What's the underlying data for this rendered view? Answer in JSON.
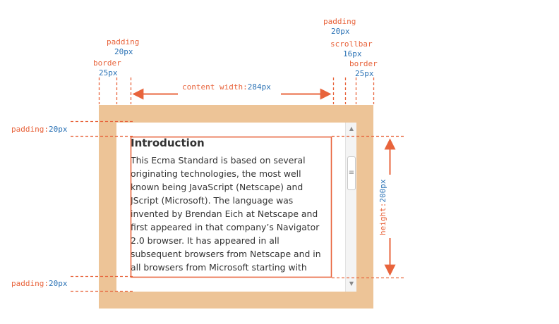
{
  "annotations": {
    "padding_top_right": {
      "label": "padding",
      "value": "20px"
    },
    "scrollbar": {
      "label": "scrollbar",
      "value": "16px"
    },
    "border_right": {
      "label": "border",
      "value": "25px"
    },
    "padding_top_left": {
      "label": "padding",
      "value": "20px"
    },
    "border_left": {
      "label": "border",
      "value": "25px"
    },
    "content_width": {
      "label": "content width:",
      "value": "284px"
    },
    "padding_left_top": {
      "label": "padding:",
      "value": "20px"
    },
    "padding_left_bottom": {
      "label": "padding:",
      "value": "20px"
    },
    "height": {
      "label": "height:",
      "value": "200px"
    }
  },
  "content": {
    "heading": "Introduction",
    "paragraph": "This Ecma Standard is based on several originating technologies, the most well known being JavaScript (Netscape) and JScript (Microsoft). The language was invented by Brendan Eich at Netscape and first appeared in that company’s Navigator 2.0 browser. It has appeared in all subsequent browsers from Netscape and in all browsers from Microsoft starting with"
  },
  "scrollbar": {
    "up_icon": "▲",
    "down_icon": "▼",
    "thumb_icon": "≡"
  },
  "colors": {
    "border": "#edc497",
    "annotation": "#e8643c",
    "value": "#2a72b5"
  }
}
